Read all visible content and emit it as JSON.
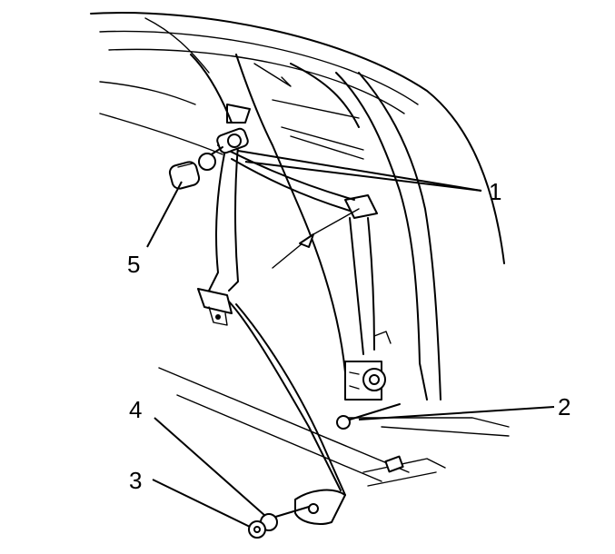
{
  "diagram": {
    "callouts": [
      {
        "id": 1,
        "text": "1"
      },
      {
        "id": 2,
        "text": "2"
      },
      {
        "id": 3,
        "text": "3"
      },
      {
        "id": 4,
        "text": "4"
      },
      {
        "id": 5,
        "text": "5"
      }
    ]
  },
  "colors": {
    "line": "#000000",
    "background": "#ffffff"
  }
}
